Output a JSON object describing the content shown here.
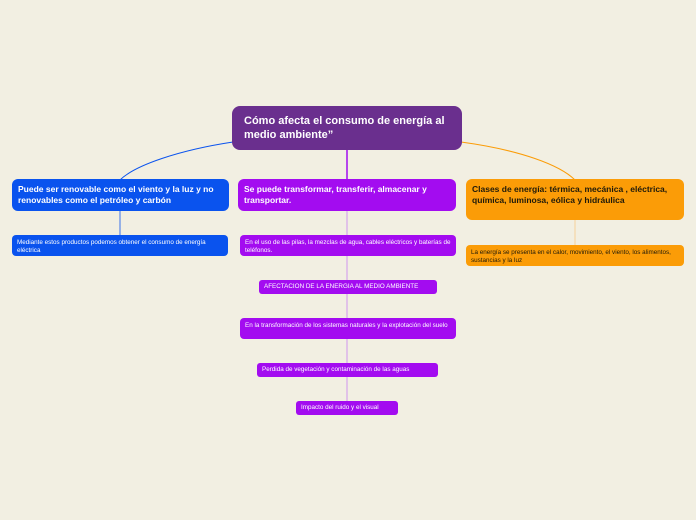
{
  "root": {
    "text": "Cómo afecta el consumo de energía al medio ambiente”"
  },
  "branches": {
    "left": {
      "title": "Puede ser renovable como el viento y la luz y no renovables como el petróleo y carbón",
      "child": "Mediante estos productos podemos obtener el consumo de energía eléctrica"
    },
    "center": {
      "title": "Se puede transformar, transferir, almacenar y transportar.",
      "children": [
        "En el uso de las pilas, la mezclas de agua, cables eléctricos y baterías de teléfonos.",
        "AFECTACION DE LA ENERGIA AL MEDIO AMBIENTE",
        "En la transformación de los sistemas naturales y la explotación del suelo",
        "Perdida de vegetación y contaminación de las aguas",
        "Impacto del ruido y el visual"
      ]
    },
    "right": {
      "title": "Clases de energía: térmica, mecánica , eléctrica, química, luminosa, eólica y hidráulica",
      "child": "La energía se presenta en el calor, movimiento, el viento, los alimentos, sustancias y la luz"
    }
  },
  "colors": {
    "background": "#f2efe2",
    "root": "#6a2f8e",
    "left_branch": "#0a53ee",
    "center_branch": "#a30cf0",
    "right_branch": "#fb9c07"
  }
}
